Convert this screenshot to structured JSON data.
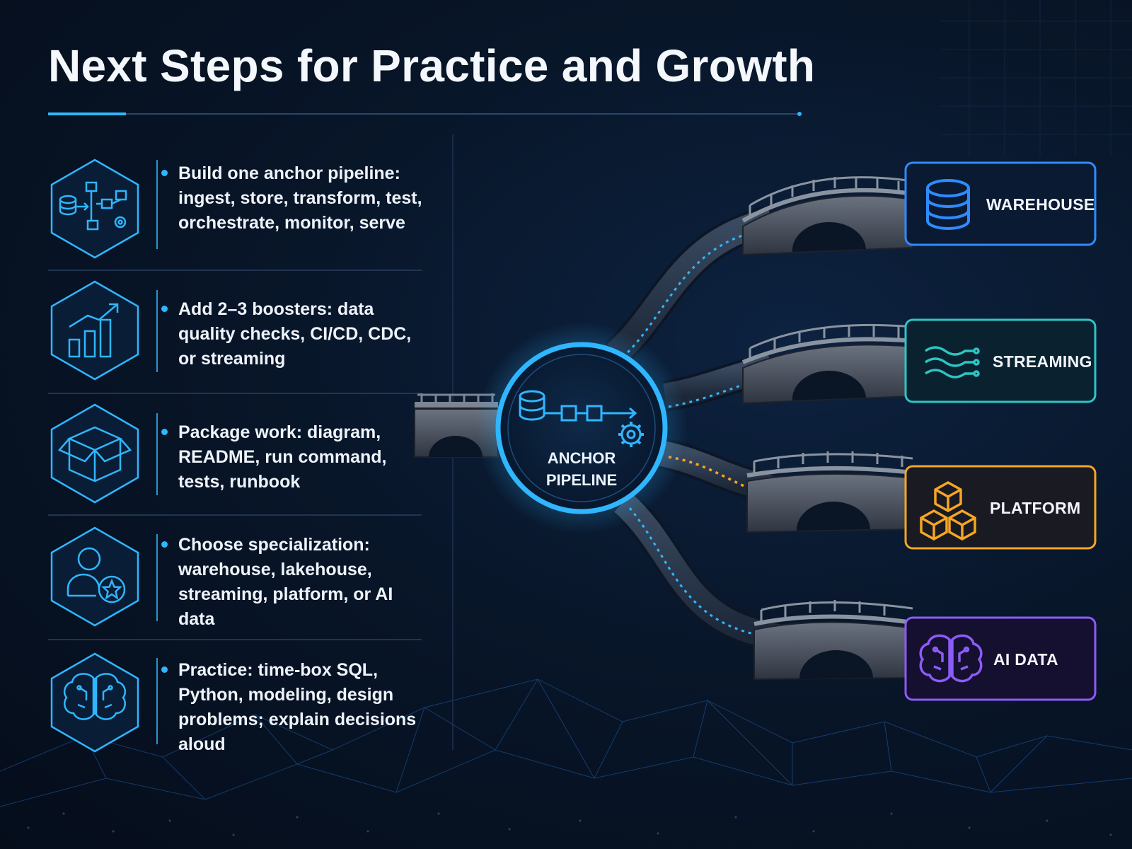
{
  "title": "Next Steps for Practice and Growth",
  "steps": [
    {
      "icon": "pipeline-flow-icon",
      "text": "Build one anchor pipeline: ingest, store, transform, test, orchestrate, monitor, serve"
    },
    {
      "icon": "growth-chart-icon",
      "text": "Add 2–3 boosters: data quality checks, CI/CD, CDC, or streaming"
    },
    {
      "icon": "package-box-icon",
      "text": "Package work: diagram, README, run command, tests, runbook"
    },
    {
      "icon": "user-star-icon",
      "text": "Choose specialization: warehouse, lakehouse, streaming, platform, or AI data"
    },
    {
      "icon": "brain-circuit-icon",
      "text": "Practice: time-box SQL, Python, modeling, design problems; explain decisions aloud"
    }
  ],
  "hub": {
    "label": "ANCHOR\nPIPELINE",
    "icon": "pipeline-gear-icon"
  },
  "destinations": [
    {
      "label": "WAREHOUSE",
      "icon": "database-icon",
      "color": "#2f8cff"
    },
    {
      "label": "STREAMING",
      "icon": "wave-stream-icon",
      "color": "#2ec4c4"
    },
    {
      "label": "PLATFORM",
      "icon": "cubes-icon",
      "color": "#f5a623"
    },
    {
      "label": "AI DATA",
      "icon": "brain-icon",
      "color": "#8b5cf6"
    }
  ],
  "colors": {
    "accent": "#2fb6ff",
    "background": "#07142a",
    "amber_path": "#f5a623"
  }
}
